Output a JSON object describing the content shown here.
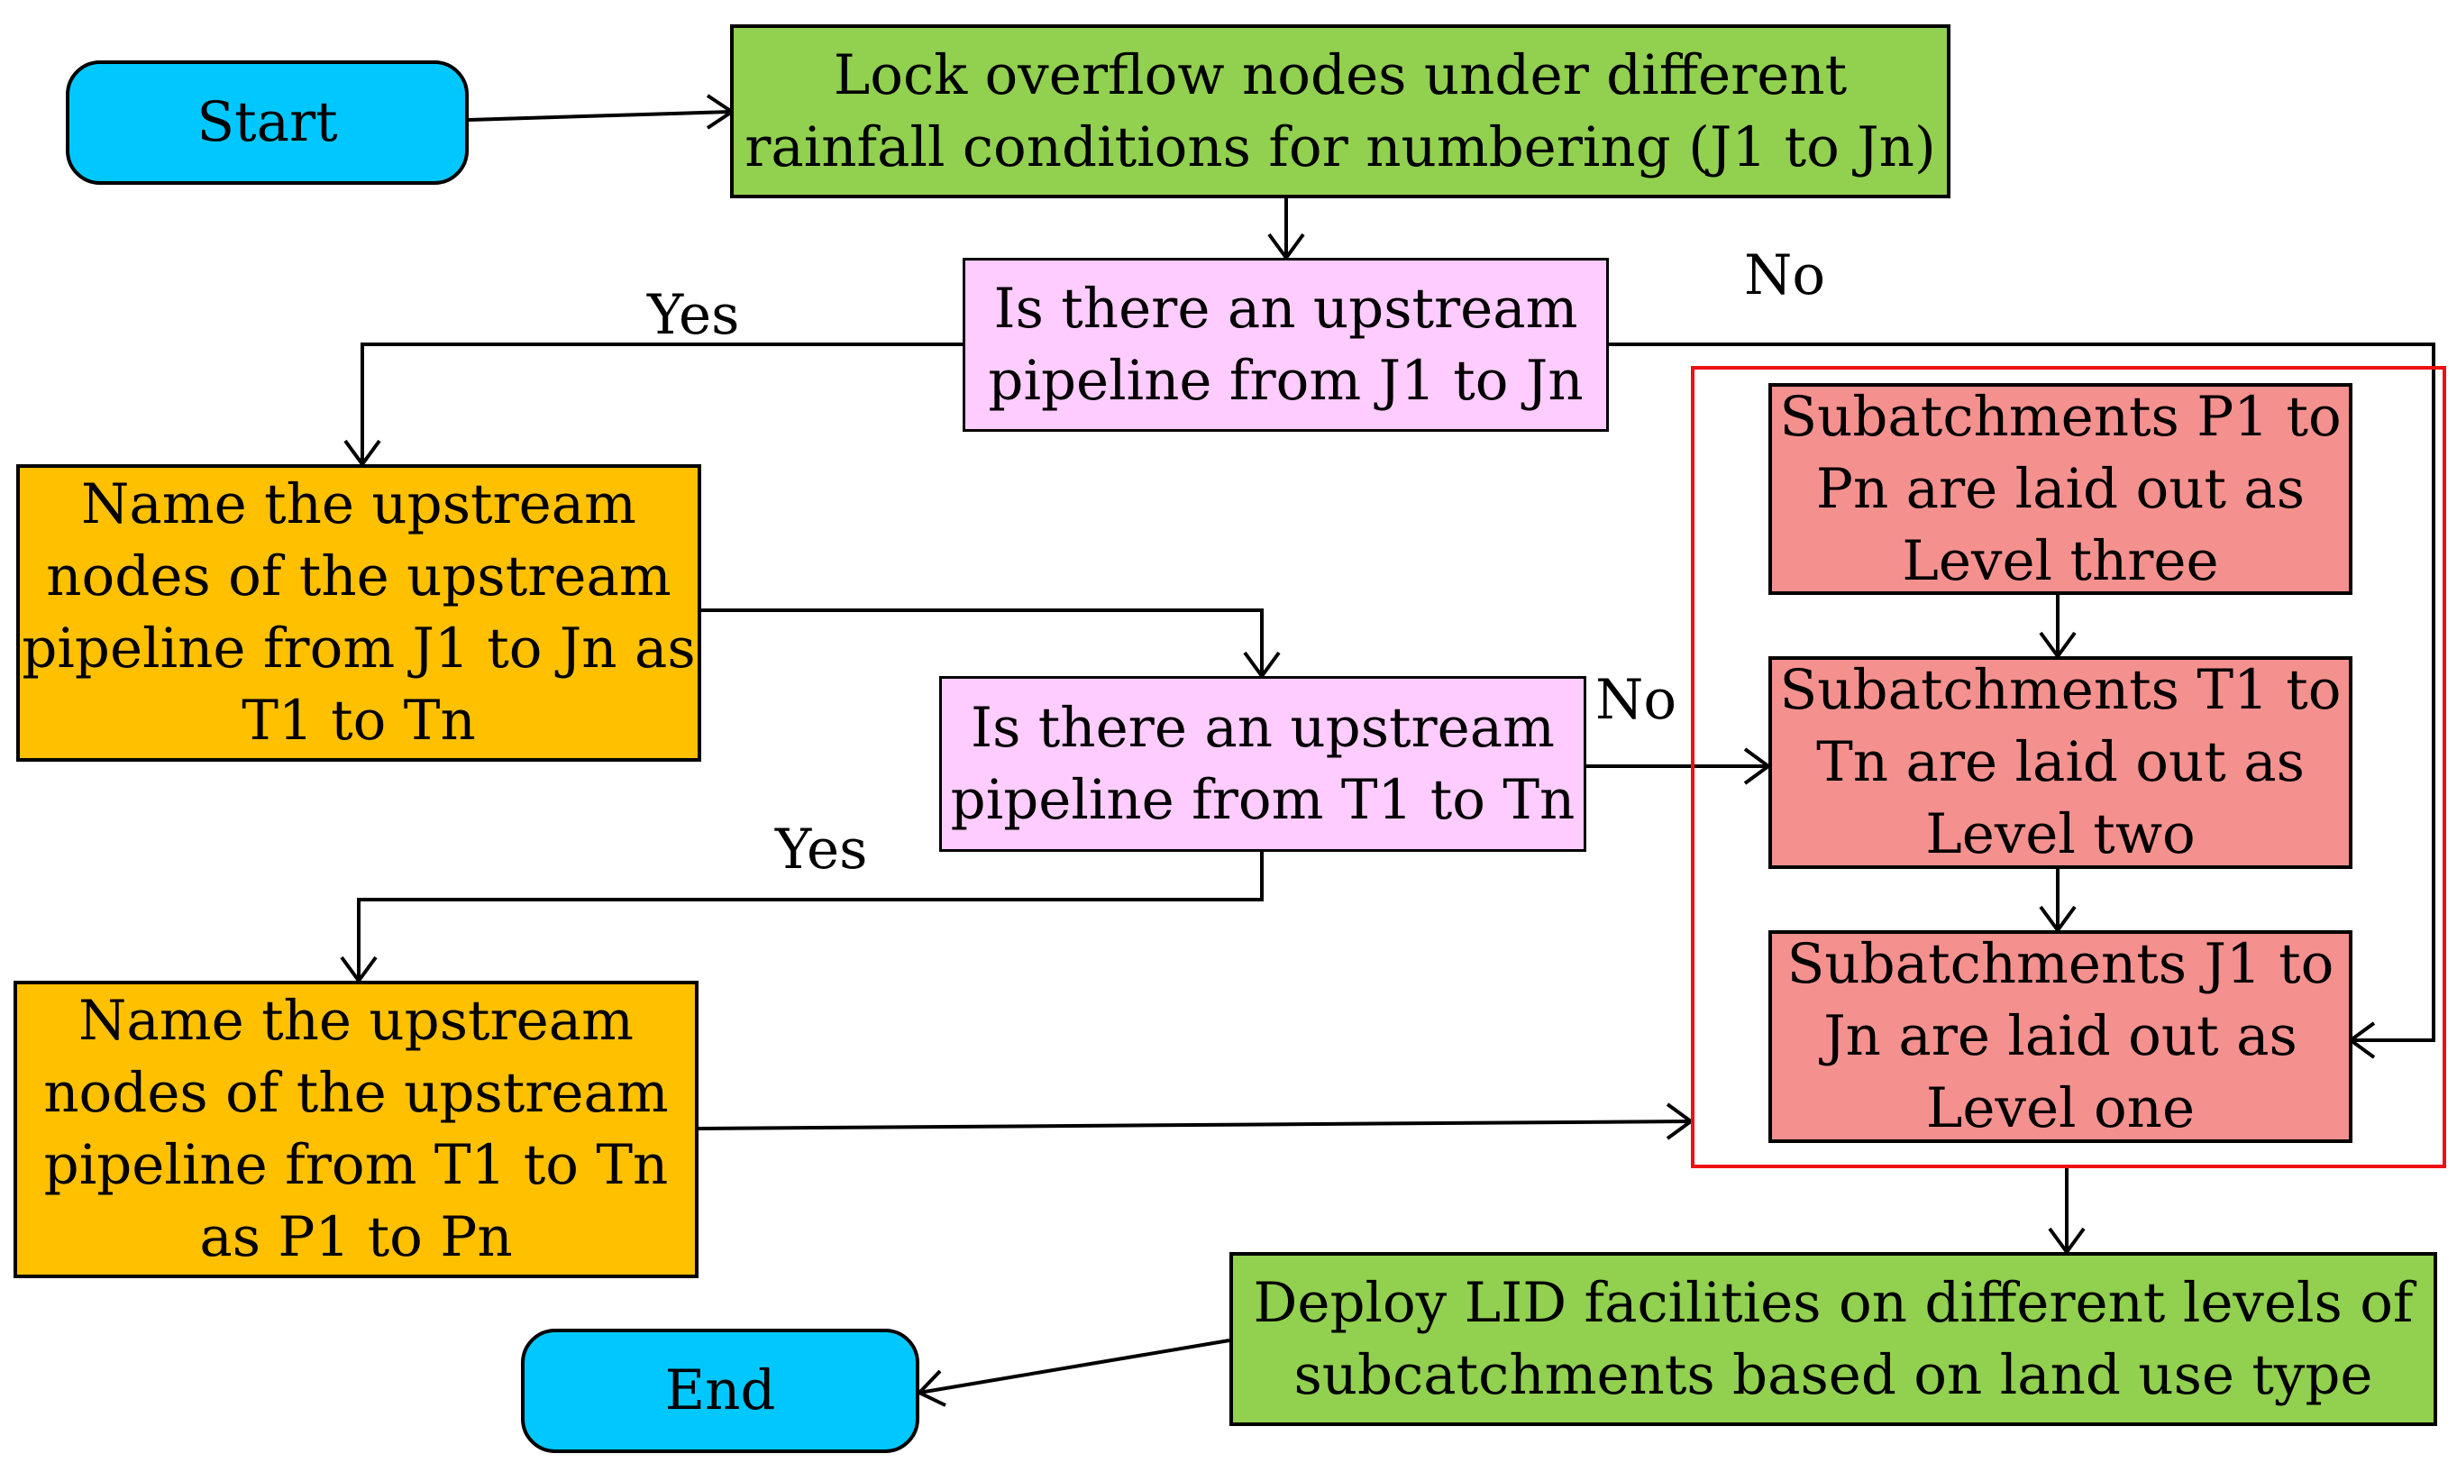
{
  "diagram": {
    "nodes": {
      "start": "Start",
      "lock": "Lock overflow nodes under different\nrainfall conditions for numbering (J1 to Jn)",
      "decision_j": "Is there an upstream\npipeline from J1 to Jn",
      "name_t": "Name the upstream\nnodes of the upstream\npipeline from J1 to Jn as\nT1 to Tn",
      "decision_t": "Is there an upstream\npipeline from T1 to Tn",
      "name_p": "Name the upstream\nnodes of the upstream\npipeline from T1 to Tn\nas P1 to Pn",
      "level_three": "Subatchments P1 to\nPn are laid out as\nLevel three",
      "level_two": "Subatchments T1 to\nTn are laid out as\nLevel two",
      "level_one": "Subatchments J1 to\nJn are laid out as\nLevel one",
      "deploy": "Deploy LID facilities on different levels of\nsubcatchments based on land use type",
      "end": "End"
    },
    "labels": {
      "yes_1": "Yes",
      "no_1": "No",
      "yes_2": "Yes",
      "no_2": "No"
    },
    "colors": {
      "terminal": "#00c8ff",
      "process_green": "#92d050",
      "decision": "#ffccff",
      "process_orange": "#ffc000",
      "process_red": "#f4918f",
      "group_border": "#ee1111"
    }
  }
}
